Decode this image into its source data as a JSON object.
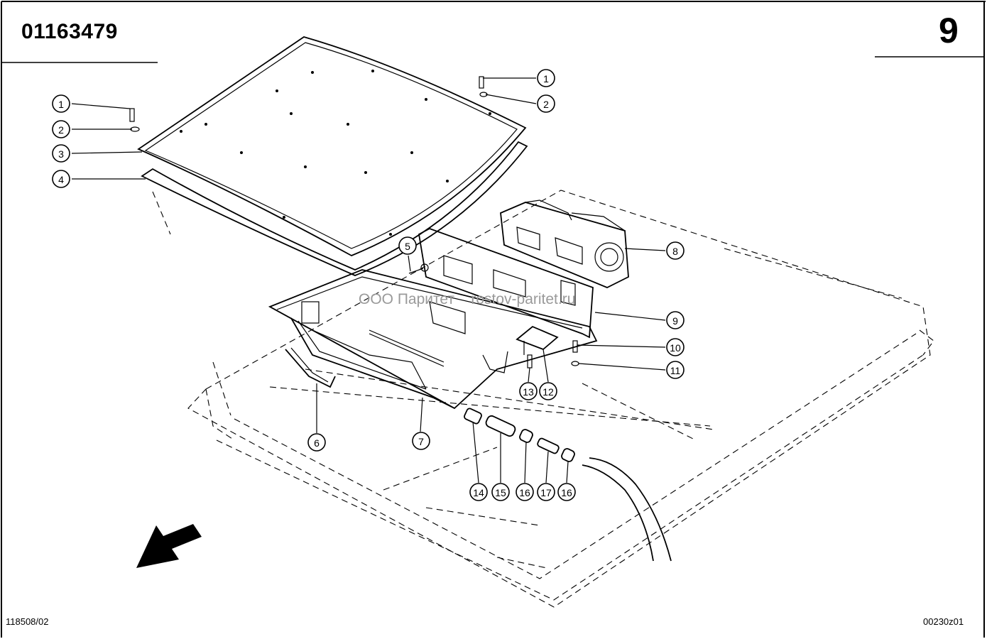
{
  "header": {
    "doc_number": "01163479",
    "page_number": "9"
  },
  "footer": {
    "ref_left": "118508/02",
    "ref_right": "00230z01"
  },
  "watermark": "ООО Паритет    rostov-paritet.ru",
  "callouts": [
    {
      "label": "1"
    },
    {
      "label": "2"
    },
    {
      "label": "3"
    },
    {
      "label": "4"
    },
    {
      "label": "1"
    },
    {
      "label": "2"
    },
    {
      "label": "5"
    },
    {
      "label": "8"
    },
    {
      "label": "9"
    },
    {
      "label": "10"
    },
    {
      "label": "11"
    },
    {
      "label": "13"
    },
    {
      "label": "12"
    },
    {
      "label": "6"
    },
    {
      "label": "7"
    },
    {
      "label": "14"
    },
    {
      "label": "15"
    },
    {
      "label": "16"
    },
    {
      "label": "17"
    },
    {
      "label": "16"
    }
  ]
}
